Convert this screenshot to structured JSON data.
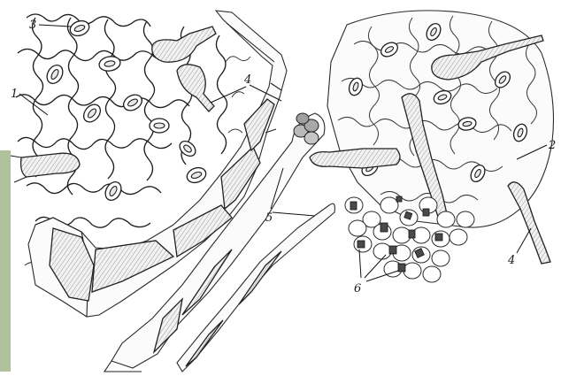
{
  "labels": {
    "l1": "1",
    "l2": "2",
    "l3": "3",
    "l4a": "4",
    "l4b": "4",
    "l5": "5",
    "l6": "6"
  }
}
